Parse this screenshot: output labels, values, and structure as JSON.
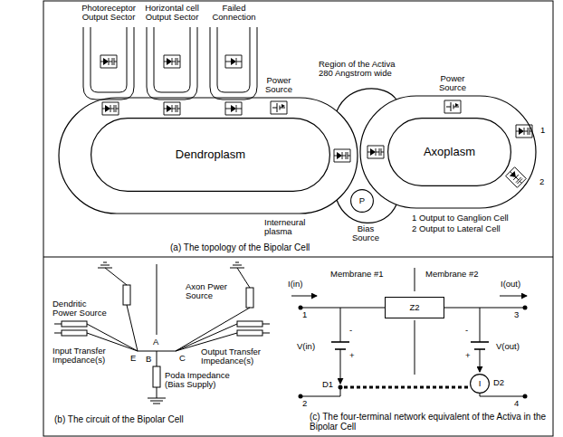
{
  "diagram": {
    "nodes": [
      {
        "text": [
          "Dendroplasm"
        ]
      },
      {
        "text": [
          "Axoplasm"
        ]
      },
      {
        "text": [
          "P"
        ]
      },
      {
        "text": [
          "Z2"
        ]
      },
      {
        "text": [
          "I"
        ]
      }
    ],
    "labels": [
      "Photoreceptor Output Sector",
      "Horizontal cell Output Sector",
      "Failed Connection",
      "Power Source",
      "Region of the Activa 280 Angstrom wide",
      "Power Source",
      "1",
      "2",
      "Interneural plasma",
      "Bias Source",
      "1 Output to Ganglion Cell",
      "2 Output to Lateral Cell",
      "(a) The topology of the Bipolar Cell",
      "Dendritic Power Source",
      "Input Transfer Impedance(s)",
      "Axon Pwer Source",
      "Output Transfer Impedance(s)",
      "E",
      "A",
      "C",
      "B",
      "Poda Impedance (Bias Supply)",
      "(b) The circuit of the Bipolar Cell",
      "Membrane #1",
      "Membrane #2",
      "I(in)",
      "I(out)",
      "1",
      "V(in)",
      "-",
      "+",
      "D1",
      "2",
      "-",
      "+",
      "D2",
      "V(out)",
      "3",
      "4",
      "(c) The four-terminal network equivalent of the Activa in the Bipolar Cell"
    ]
  }
}
